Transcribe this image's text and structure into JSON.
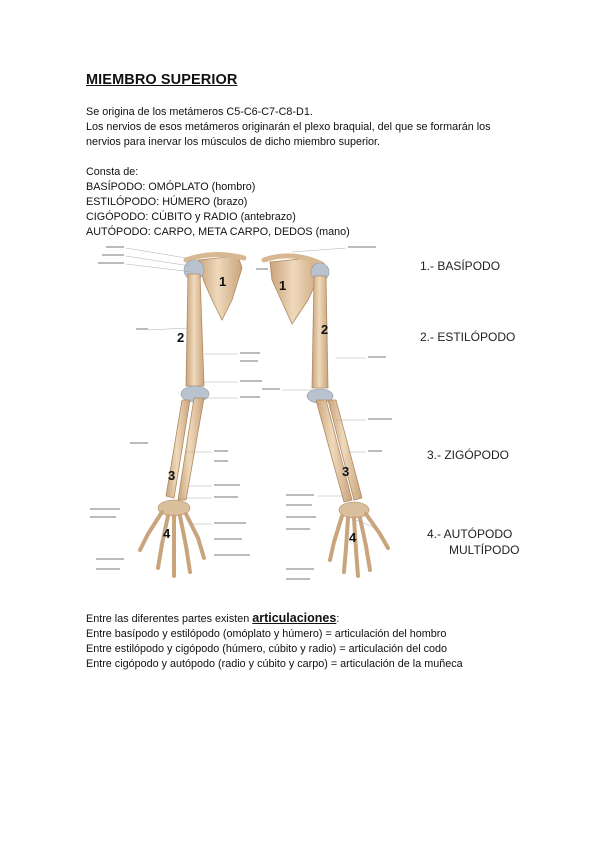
{
  "title": "MIEMBRO SUPERIOR",
  "intro": {
    "line1": "Se origina de los metámeros C5-C6-C7-C8-D1.",
    "line2": "Los nervios de esos metámeros originarán el plexo braquial, del que se formarán los",
    "line3": "nervios para inervar los músculos de dicho miembro superior."
  },
  "consta": {
    "heading": "Consta de:",
    "items": [
      "BASÍPODO: OMÓPLATO (hombro)",
      "ESTILÓPODO: HÚMERO (brazo)",
      "CIGÓPODO: CÚBITO y RADIO (antebrazo)",
      "AUTÓPODO: CARPO, META CARPO, DEDOS (mano)"
    ]
  },
  "figure": {
    "numbers": [
      "1",
      "2",
      "3",
      "4"
    ]
  },
  "side_labels": {
    "l1": "1.- BASÍPODO",
    "l2": "2.- ESTILÓPODO",
    "l3": "3.- ZIGÓPODO",
    "l4": "4.- AUTÓPODO",
    "l4b": "MULTÍPODO"
  },
  "articulaciones": {
    "prefix": "Entre las diferentes partes existen ",
    "word": "articulaciones",
    "suffix": ":",
    "lines": [
      "Entre basípodo y estilópodo (omóplato y húmero) = articulación del hombro",
      "Entre estilópodo y cigópodo (húmero, cúbito y radio)  = articulación del codo",
      "Entre cigópodo y autópodo (radio y cúbito y carpo) = articulación de la muñeca"
    ]
  },
  "colors": {
    "bone": "#e8cfae",
    "bone_shadow": "#c9a47c",
    "cartilage": "#b9c3cf"
  }
}
